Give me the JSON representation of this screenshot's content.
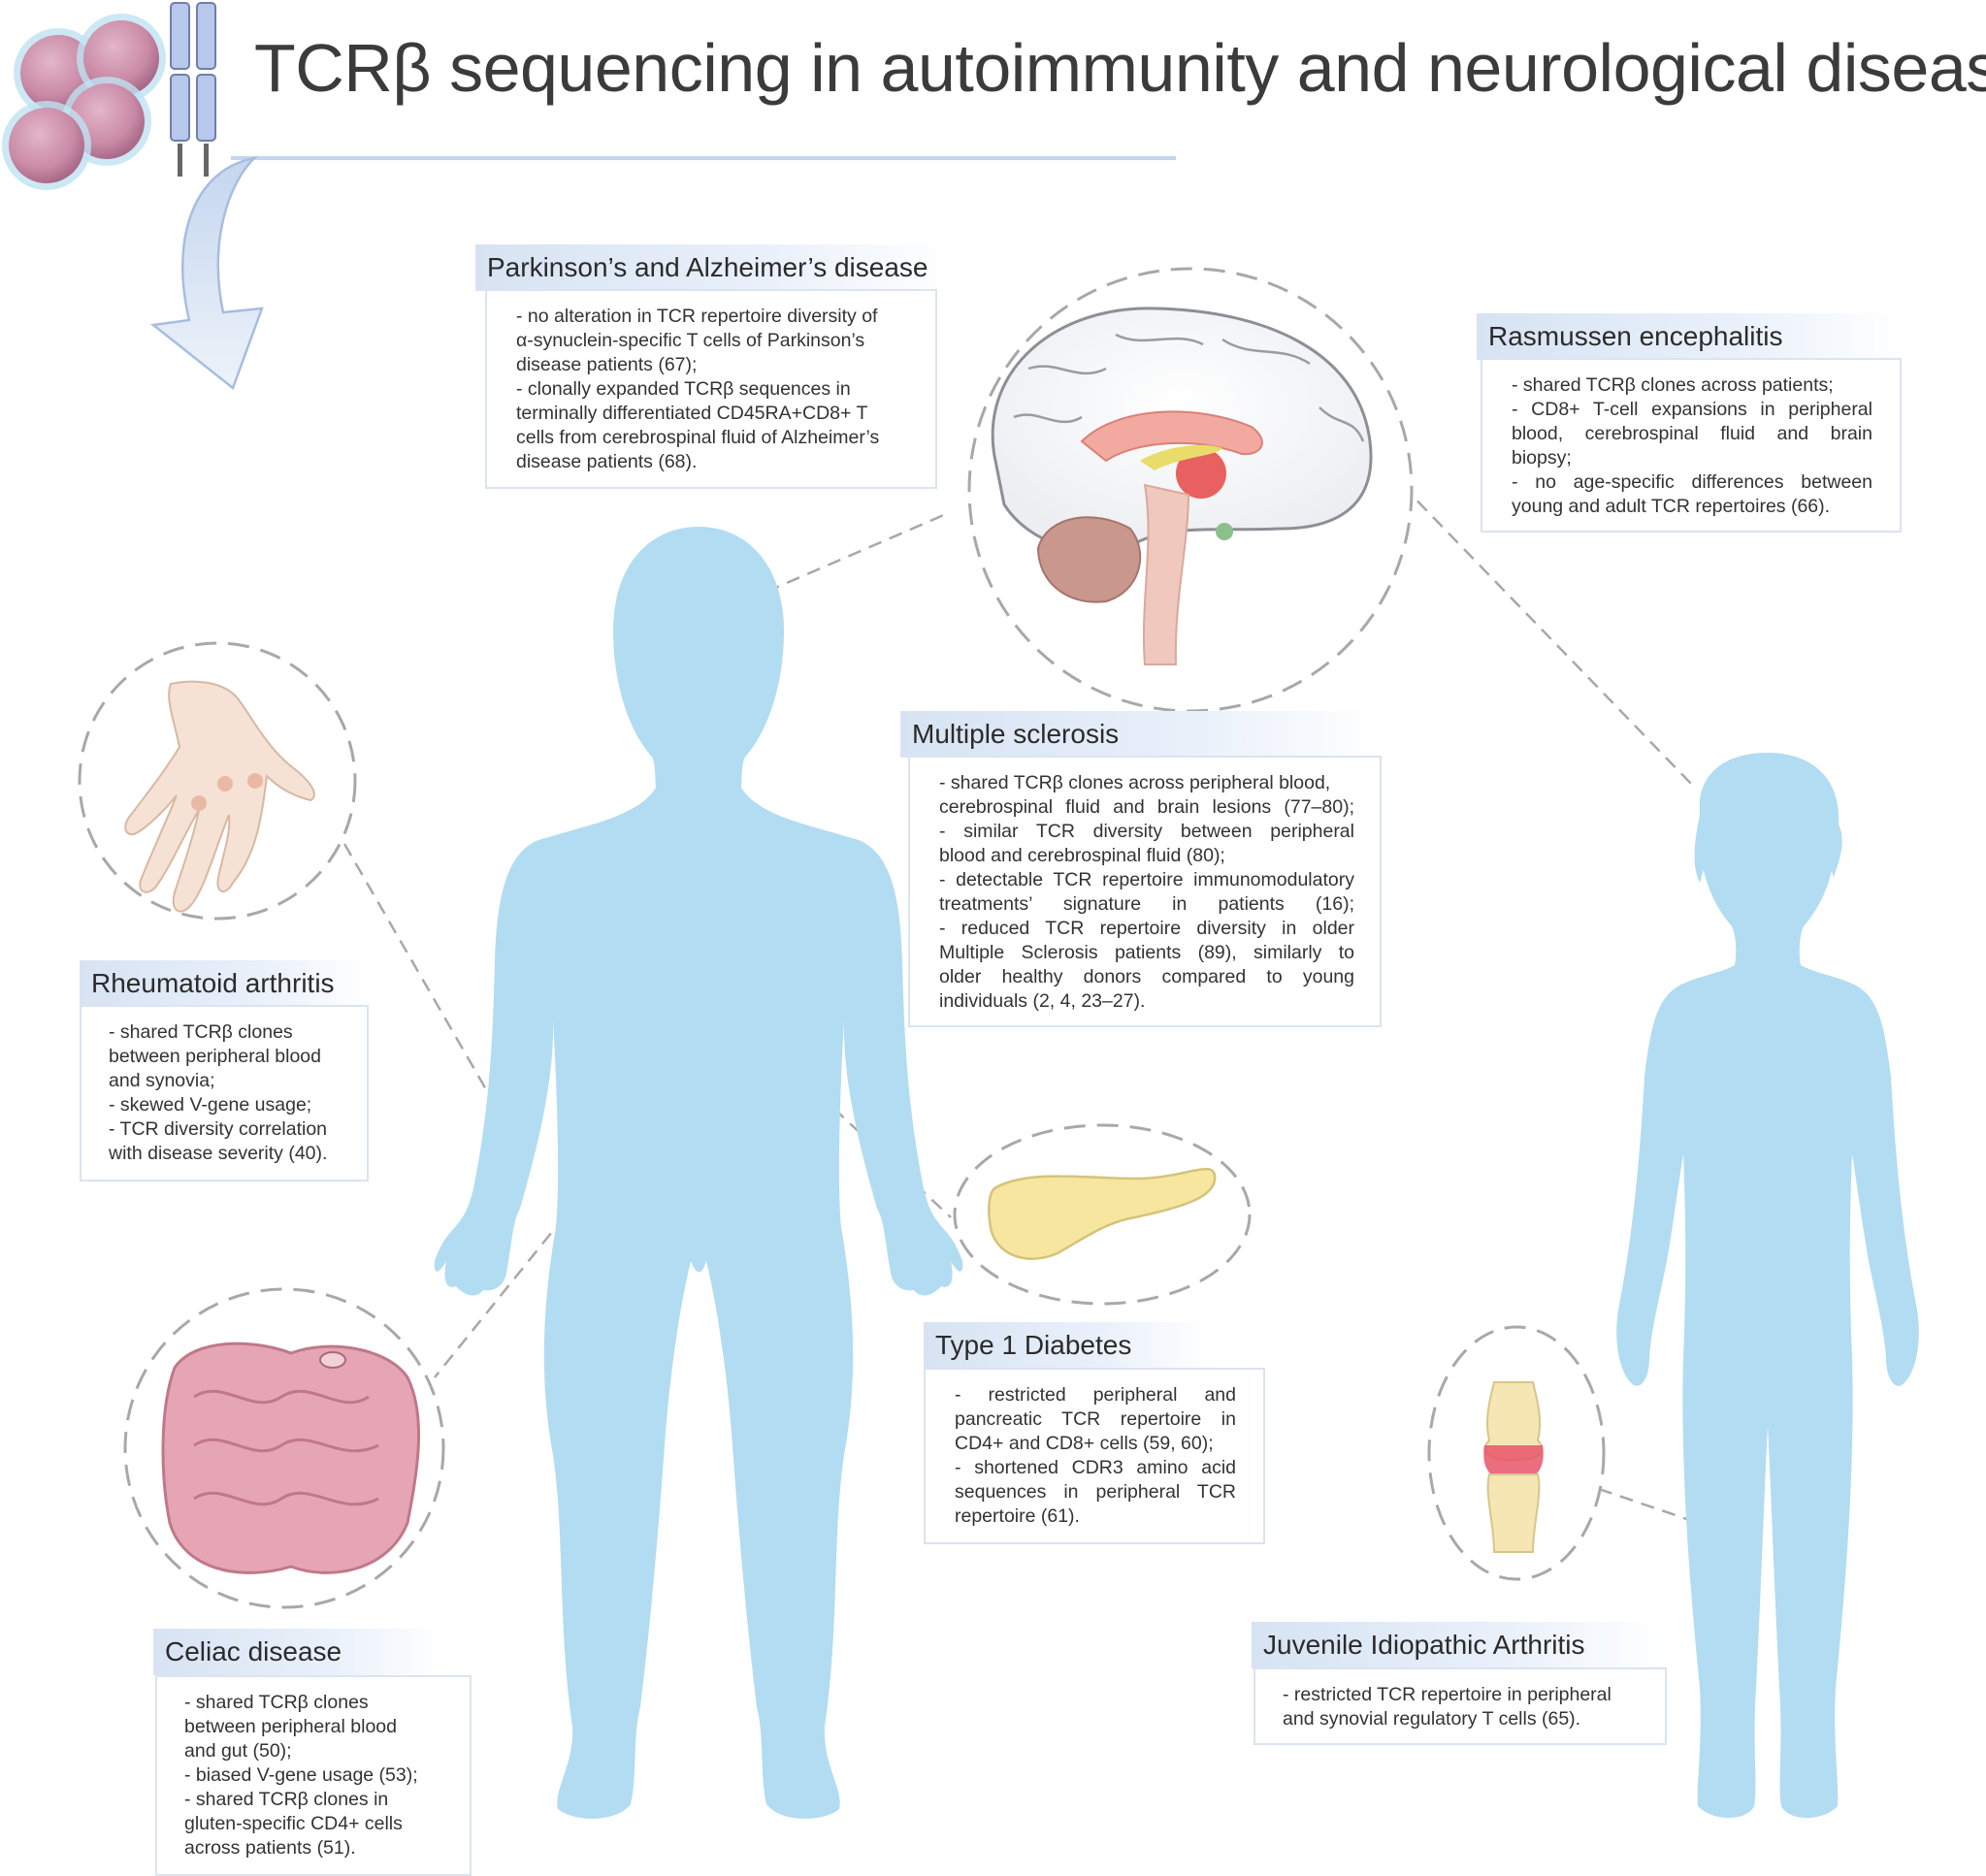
{
  "title": "TCRβ sequencing in autoimmunity and neurological diseases",
  "colors": {
    "body_fill": "#b2dcf2",
    "header_gradient": "#d7e3f3",
    "box_border": "#dbe4f0",
    "dashed_line": "#a8a8a8",
    "cell_fill": "#c98aa6"
  },
  "panels": {
    "parkinsons": {
      "heading": "Parkinson’s and Alzheimer’s disease",
      "lines": [
        "- no alteration in TCR repertoire diversity of",
        "α-synuclein-specific T cells of Parkinson’s",
        "disease patients (67);",
        "- clonally expanded TCRβ sequences in",
        "terminally differentiated CD45RA+CD8+ T",
        "cells from cerebrospinal fluid of Alzheimer’s",
        "disease patients (68)."
      ]
    },
    "rasmussen": {
      "heading": "Rasmussen encephalitis",
      "lines": [
        "- shared TCRβ clones across patients;",
        "- CD8+ T-cell expansions in peripheral",
        "blood, cerebrospinal fluid and brain",
        "biopsy;",
        "- no age-specific differences between",
        "young and adult TCR repertoires (66)."
      ]
    },
    "ms": {
      "heading": "Multiple sclerosis",
      "lines": [
        "- shared TCRβ clones across peripheral blood,",
        "cerebrospinal fluid and brain lesions (77–80);",
        "- similar TCR diversity between peripheral",
        "blood and cerebrospinal fluid (80);",
        "- detectable TCR repertoire immunomodulatory",
        "treatments’ signature in patients (16);",
        "- reduced TCR repertoire diversity in older",
        "Multiple Sclerosis patients (89), similarly to",
        "older healthy donors compared to young",
        "individuals (2, 4, 23–27)."
      ]
    },
    "ra": {
      "heading": "Rheumatoid arthritis",
      "lines": [
        "- shared TCRβ clones",
        "between peripheral blood",
        "and synovia;",
        "- skewed V-gene usage;",
        "- TCR diversity correlation",
        "with disease severity (40)."
      ]
    },
    "t1d": {
      "heading": "Type 1 Diabetes",
      "lines": [
        "- restricted peripheral and",
        "pancreatic TCR repertoire in",
        "CD4+ and CD8+ cells (59, 60);",
        "- shortened CDR3 amino acid",
        "sequences in peripheral TCR",
        "repertoire (61)."
      ]
    },
    "celiac": {
      "heading": "Celiac disease",
      "lines": [
        "- shared TCRβ clones",
        "between peripheral blood",
        "and gut (50);",
        "- biased V-gene usage (53);",
        "- shared TCRβ clones in",
        "gluten-specific CD4+ cells",
        "across patients (51)."
      ]
    },
    "jia": {
      "heading": "Juvenile Idiopathic Arthritis",
      "lines": [
        "- restricted TCR repertoire in peripheral",
        "and synovial regulatory T cells (65)."
      ]
    }
  }
}
